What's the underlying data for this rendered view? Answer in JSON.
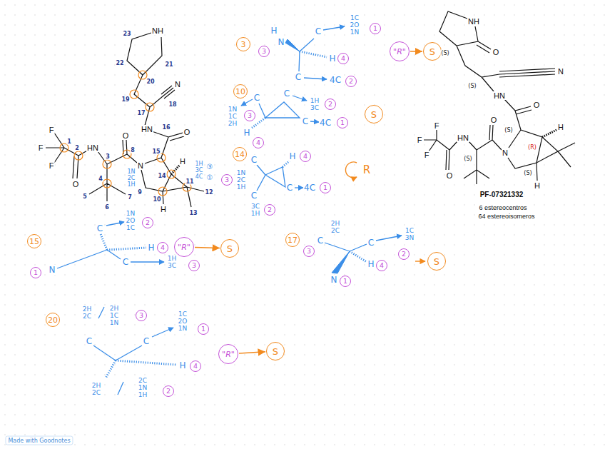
{
  "diagram": {
    "nodes": [
      {
        "text": [
          "3"
        ]
      },
      {
        "text": [
          "3"
        ]
      },
      {
        "text": [
          "1"
        ]
      },
      {
        "text": [
          "4"
        ]
      },
      {
        "text": [
          "2"
        ]
      },
      {
        "text": [
          "\"R\""
        ]
      },
      {
        "text": [
          "S"
        ]
      },
      {
        "text": [
          "10"
        ]
      },
      {
        "text": [
          "3"
        ]
      },
      {
        "text": [
          "2"
        ]
      },
      {
        "text": [
          "4"
        ]
      },
      {
        "text": [
          "1"
        ]
      },
      {
        "text": [
          "S"
        ]
      },
      {
        "text": [
          "14"
        ]
      },
      {
        "text": [
          "4"
        ]
      },
      {
        "text": [
          "3"
        ]
      },
      {
        "text": [
          "1"
        ]
      },
      {
        "text": [
          "2"
        ]
      },
      {
        "text": [
          "15"
        ]
      },
      {
        "text": [
          "2"
        ]
      },
      {
        "text": [
          "4"
        ]
      },
      {
        "text": [
          "\"R\""
        ]
      },
      {
        "text": [
          "S"
        ]
      },
      {
        "text": [
          "1"
        ]
      },
      {
        "text": [
          "3"
        ]
      },
      {
        "text": [
          "17"
        ]
      },
      {
        "text": [
          "3"
        ]
      },
      {
        "text": [
          "2"
        ]
      },
      {
        "text": [
          "4"
        ]
      },
      {
        "text": [
          "1"
        ]
      },
      {
        "text": [
          "S"
        ]
      },
      {
        "text": [
          "20"
        ]
      },
      {
        "text": [
          "3"
        ]
      },
      {
        "text": [
          "1"
        ]
      },
      {
        "text": [
          "\"R\""
        ]
      },
      {
        "text": [
          "S"
        ]
      },
      {
        "text": [
          "4"
        ]
      },
      {
        "text": [
          "2"
        ]
      }
    ],
    "edges": [
      {
        "from": 5,
        "to": 6,
        "arrow": "to"
      },
      {
        "from": 21,
        "to": 22,
        "arrow": "to"
      },
      {
        "from": 34,
        "to": 35,
        "arrow": "to"
      }
    ],
    "labels": [
      "NH",
      "23",
      "22",
      "21",
      "20",
      "19",
      "17",
      "18",
      "N",
      "HN",
      "16",
      "O",
      "F",
      "F",
      "F",
      "1",
      "2",
      "HN",
      "3",
      "O",
      "8",
      "N",
      "15",
      "H",
      "14",
      "4",
      "5",
      "6",
      "7",
      "9",
      "10",
      "11",
      "12",
      "13",
      "H",
      "O",
      "1H 3C 4C",
      "③",
      "①",
      "1N 2C 1H",
      "NH",
      "O",
      "(S)",
      "(S)",
      "N",
      "HN",
      "O",
      "(S)",
      "H",
      "(R)",
      "F",
      "F",
      "F",
      "O",
      "HN",
      "(S)",
      "O",
      "N",
      "(S)",
      "H",
      "PF-07321332",
      "6 estereocentros",
      "64 estereoisomeros",
      "H",
      "N",
      "C",
      "1C 2O 1N",
      "H",
      "C",
      "4C",
      "C",
      "1N 1C 2H",
      "H",
      "C",
      "1H 3C",
      "C",
      "4C",
      "C",
      "H",
      "1N 2C 1H",
      "C",
      "3C 1H",
      "C",
      "4C",
      "R",
      "C",
      "1N 2O 1C",
      "H",
      "N",
      "C",
      "1H 3C",
      "C",
      "2H 2C",
      "C",
      "1C 3N",
      "H",
      "N",
      "2H 2C",
      "2H 1C 1N",
      "1C 2O 1N",
      "C",
      "C",
      "H",
      "2H 2C",
      "2C 1N 1H",
      "Made with Goodnotes"
    ]
  }
}
